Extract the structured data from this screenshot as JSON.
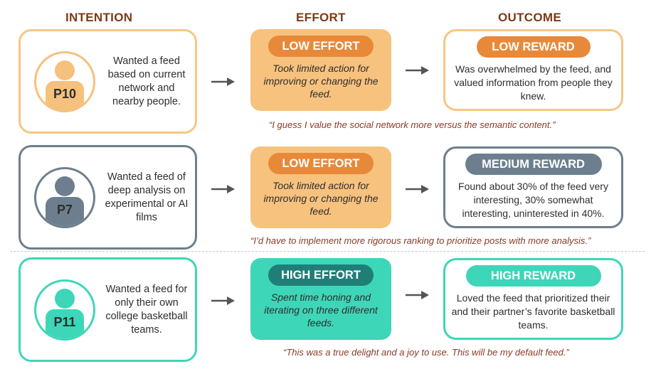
{
  "headers": {
    "intention": "INTENTION",
    "effort": "EFFORT",
    "outcome": "OUTCOME"
  },
  "rows": [
    {
      "participant": "P10",
      "theme": {
        "border": "#f6c686",
        "avatar": "#f6c07d",
        "effort_bg": "#f7c27e",
        "effort_pill": "#e8893a",
        "outcome_pill": "#e8893a"
      },
      "intention": "Wanted a feed based on current network and nearby people.",
      "effort_label": "LOW EFFORT",
      "effort_text": "Took limited action for improving or changing the feed.",
      "outcome_label": "LOW REWARD",
      "outcome_text": "Was overwhelmed by the feed, and valued information from people they knew.",
      "quote": "“I guess I value the social network more versus the semantic content.”"
    },
    {
      "participant": "P7",
      "theme": {
        "border": "#6d7f8e",
        "avatar": "#6d7f8e",
        "effort_bg": "#f7c27e",
        "effort_pill": "#e8893a",
        "outcome_pill": "#6d7f8e"
      },
      "intention": "Wanted a feed of deep analysis on experimental or AI films",
      "effort_label": "LOW EFFORT",
      "effort_text": "Took limited action for improving or changing the feed.",
      "outcome_label": "MEDIUM REWARD",
      "outcome_text": "Found about 30% of the feed very interesting, 30% somewhat interesting, uninterested in 40%.",
      "quote": "“I’d have to implement more rigorous ranking to prioritize posts with more analysis.”"
    },
    {
      "participant": "P11",
      "theme": {
        "border": "#3ed6b8",
        "avatar": "#3ed6b8",
        "effort_bg": "#3ed6b8",
        "effort_pill": "#1f7f78",
        "outcome_pill": "#3ed6b8"
      },
      "intention": "Wanted a feed for only their own college basketball teams.",
      "effort_label": "HIGH EFFORT",
      "effort_text": "Spent time honing and iterating on three different feeds.",
      "outcome_label": "HIGH REWARD",
      "outcome_text": "Loved the feed that prioritized their and their partner’s favorite basketball teams.",
      "quote": "“This was a true delight and a joy to use. This will be my default feed.”"
    }
  ]
}
